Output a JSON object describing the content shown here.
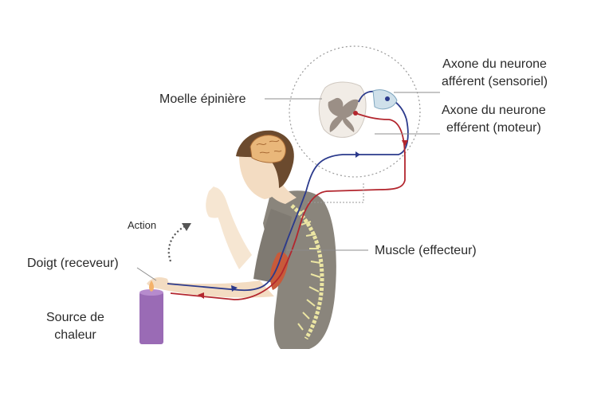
{
  "labels": {
    "spinal_cord": "Moelle épinière",
    "afferent_line1": "Axone du neurone",
    "afferent_line2": "afférent (sensoriel)",
    "efferent_line1": "Axone du neurone",
    "efferent_line2": "efférent (moteur)",
    "action": "Action",
    "muscle": "Muscle (effecteur)",
    "finger": "Doigt (receveur)",
    "heat_line1": "Source de",
    "heat_line2": "chaleur"
  },
  "colors": {
    "afferent": "#2b3a8c",
    "efferent": "#b3262e",
    "skin": "#f3dcc2",
    "shirt": "#8a857c",
    "hair": "#6b4a2e",
    "brain": "#e9b77a",
    "candle": "#9a6bb5",
    "muscle": "#c85a3a",
    "spine": "#ece6a3",
    "leader": "#8c8c8c"
  }
}
